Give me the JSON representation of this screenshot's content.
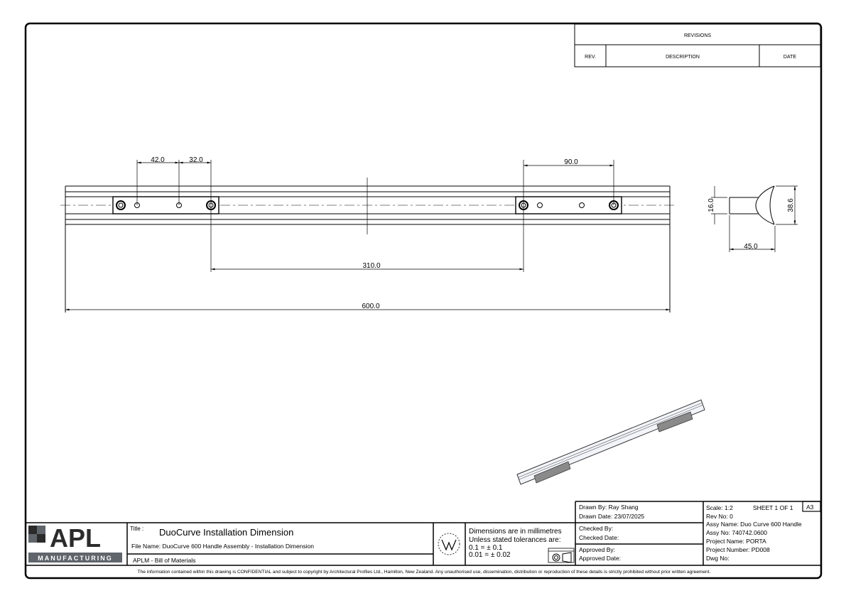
{
  "revisions": {
    "title": "REVISIONS",
    "rev": "REV.",
    "description": "DESCRIPTION",
    "date": "DATE"
  },
  "dimensions": {
    "d42": "42.0",
    "d32": "32.0",
    "d90": "90.0",
    "d310": "310.0",
    "d600": "600.0",
    "d16": "16.0",
    "d38": "38.6",
    "d45": "45.0"
  },
  "logo": {
    "text": "APL",
    "sub": "MANUFACTURING"
  },
  "title_block": {
    "title_label": "Title :",
    "title": "DuoCurve Installation Dimension",
    "file_name": "File Name: DuoCurve 600 Handle Assembly - Installation Dimension",
    "bom": "APLM - Bill of Materials",
    "units": "Dimensions are in millimetres",
    "tol_heading": "Unless stated tolerances are:",
    "tol1": "0.1   =  ± 0.1",
    "tol2": "0.01 =  ± 0.02",
    "drawn_by": "Drawn By: Ray Shang",
    "drawn_date": "Drawn Date: 23/07/2025",
    "checked_by": "Checked By:",
    "checked_date": "Checked Date:",
    "approved_by": "Approved By:",
    "approved_date": "Approved Date:",
    "scale": "Scale: 1:2",
    "sheet": "SHEET 1 OF 1",
    "size": "A3",
    "rev_no": "Rev No: 0",
    "assy_name": "Assy Name: Duo Curve 600 Handle",
    "assy_no": "Assy No: 740742.0600",
    "project_name": "Project Name: PORTA",
    "project_number": "Project Number: PD008",
    "dwg_no": "Dwg No:"
  },
  "footer": "The information contained within this drawing is CONFIDENTIAL and subject to copyright by Architectural Profiles Ltd., Hamilton, New Zealand.  Any unauthorised use, dissemination, distribution or reproduction of these details is strictly prohibited without prior written agreement.",
  "colors": {
    "logo_dark": "#2b2b2b",
    "logo_grey": "#5f656b",
    "part_grey": "#8a8a8a"
  }
}
